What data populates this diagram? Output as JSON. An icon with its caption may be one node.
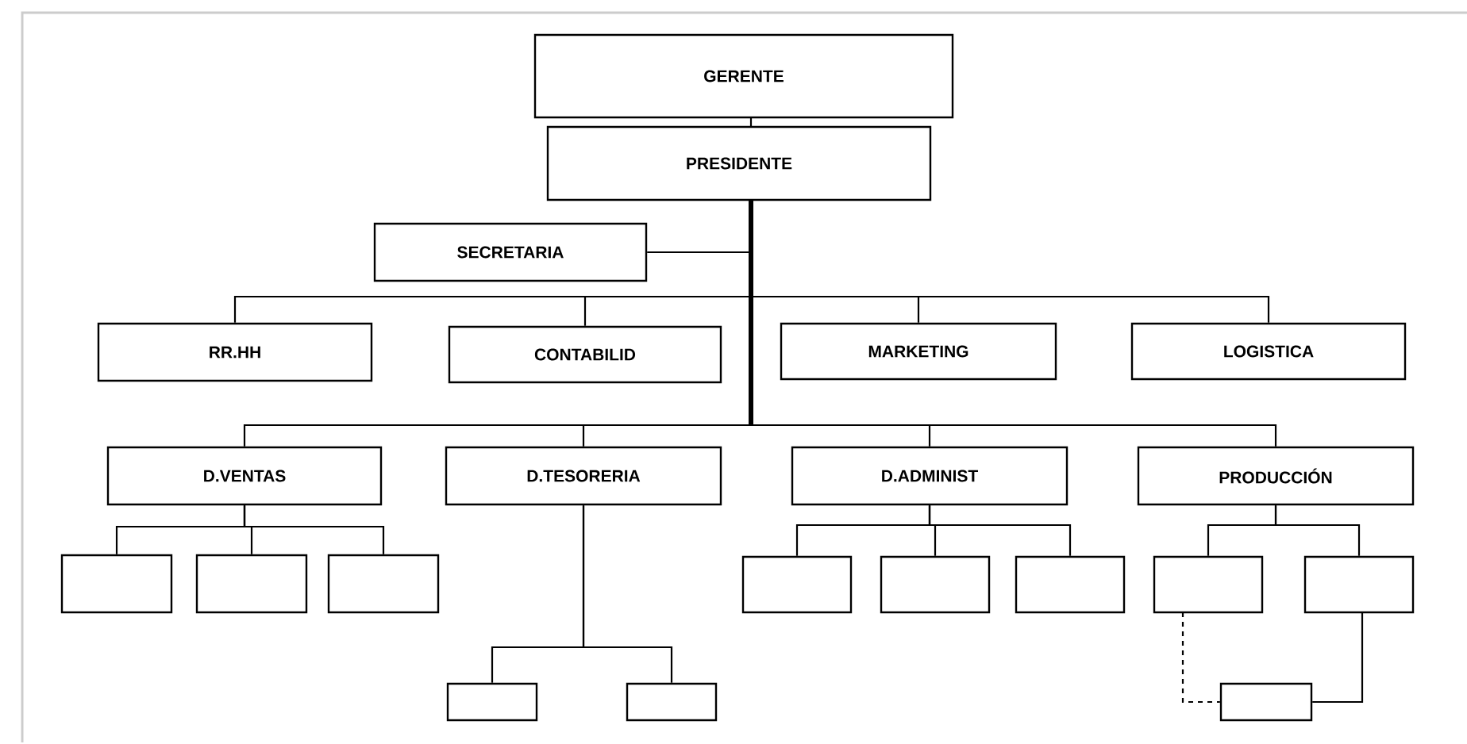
{
  "diagram": {
    "nodes": [
      {
        "text": [
          "GERENTE"
        ]
      },
      {
        "text": [
          "PRESIDENTE"
        ]
      },
      {
        "text": [
          "SECRETARIA"
        ]
      },
      {
        "text": [
          "RR.HH"
        ]
      },
      {
        "text": [
          "CONTABILID"
        ]
      },
      {
        "text": [
          "MARKETING"
        ]
      },
      {
        "text": [
          "LOGISTICA"
        ]
      },
      {
        "text": [
          "D.VENTAS"
        ]
      },
      {
        "text": [
          "D.TESORERIA"
        ]
      },
      {
        "text": [
          "D.ADMINIST"
        ]
      },
      {
        "text": [
          "PRODUCCIÓN"
        ]
      },
      {
        "text": [],
        "shape": "box"
      },
      {
        "text": [],
        "shape": "box"
      },
      {
        "text": [],
        "shape": "box"
      },
      {
        "text": [],
        "shape": "box"
      },
      {
        "text": [],
        "shape": "box"
      },
      {
        "text": [],
        "shape": "box"
      },
      {
        "text": [],
        "shape": "box"
      },
      {
        "text": [],
        "shape": "box"
      },
      {
        "text": [],
        "shape": "box"
      },
      {
        "text": [],
        "shape": "box"
      },
      {
        "text": [],
        "shape": "box"
      }
    ],
    "edges": [
      {
        "from": 0,
        "to": 1,
        "arrow": "none"
      },
      {
        "from": 1,
        "to": 2,
        "arrow": "none"
      },
      {
        "from": 1,
        "to": 3,
        "arrow": "none"
      },
      {
        "from": 1,
        "to": 4,
        "arrow": "none"
      },
      {
        "from": 1,
        "to": 5,
        "arrow": "none"
      },
      {
        "from": 1,
        "to": 6,
        "arrow": "none"
      },
      {
        "from": 1,
        "to": 7,
        "arrow": "none"
      },
      {
        "from": 1,
        "to": 8,
        "arrow": "none"
      },
      {
        "from": 1,
        "to": 9,
        "arrow": "none"
      },
      {
        "from": 1,
        "to": 10,
        "arrow": "none"
      },
      {
        "from": 7,
        "to": 11,
        "arrow": "none"
      },
      {
        "from": 7,
        "to": 12,
        "arrow": "none"
      },
      {
        "from": 7,
        "to": 13,
        "arrow": "none"
      },
      {
        "from": 8,
        "to": 19,
        "arrow": "none"
      },
      {
        "from": 8,
        "to": 20,
        "arrow": "none"
      },
      {
        "from": 9,
        "to": 14,
        "arrow": "none"
      },
      {
        "from": 9,
        "to": 15,
        "arrow": "none"
      },
      {
        "from": 9,
        "to": 16,
        "arrow": "none"
      },
      {
        "from": 10,
        "to": 17,
        "arrow": "none"
      },
      {
        "from": 10,
        "to": 18,
        "arrow": "none"
      },
      {
        "from": 17,
        "to": 21,
        "arrow": "none",
        "style": "dashed"
      },
      {
        "from": 18,
        "to": 21,
        "arrow": "none"
      }
    ]
  }
}
